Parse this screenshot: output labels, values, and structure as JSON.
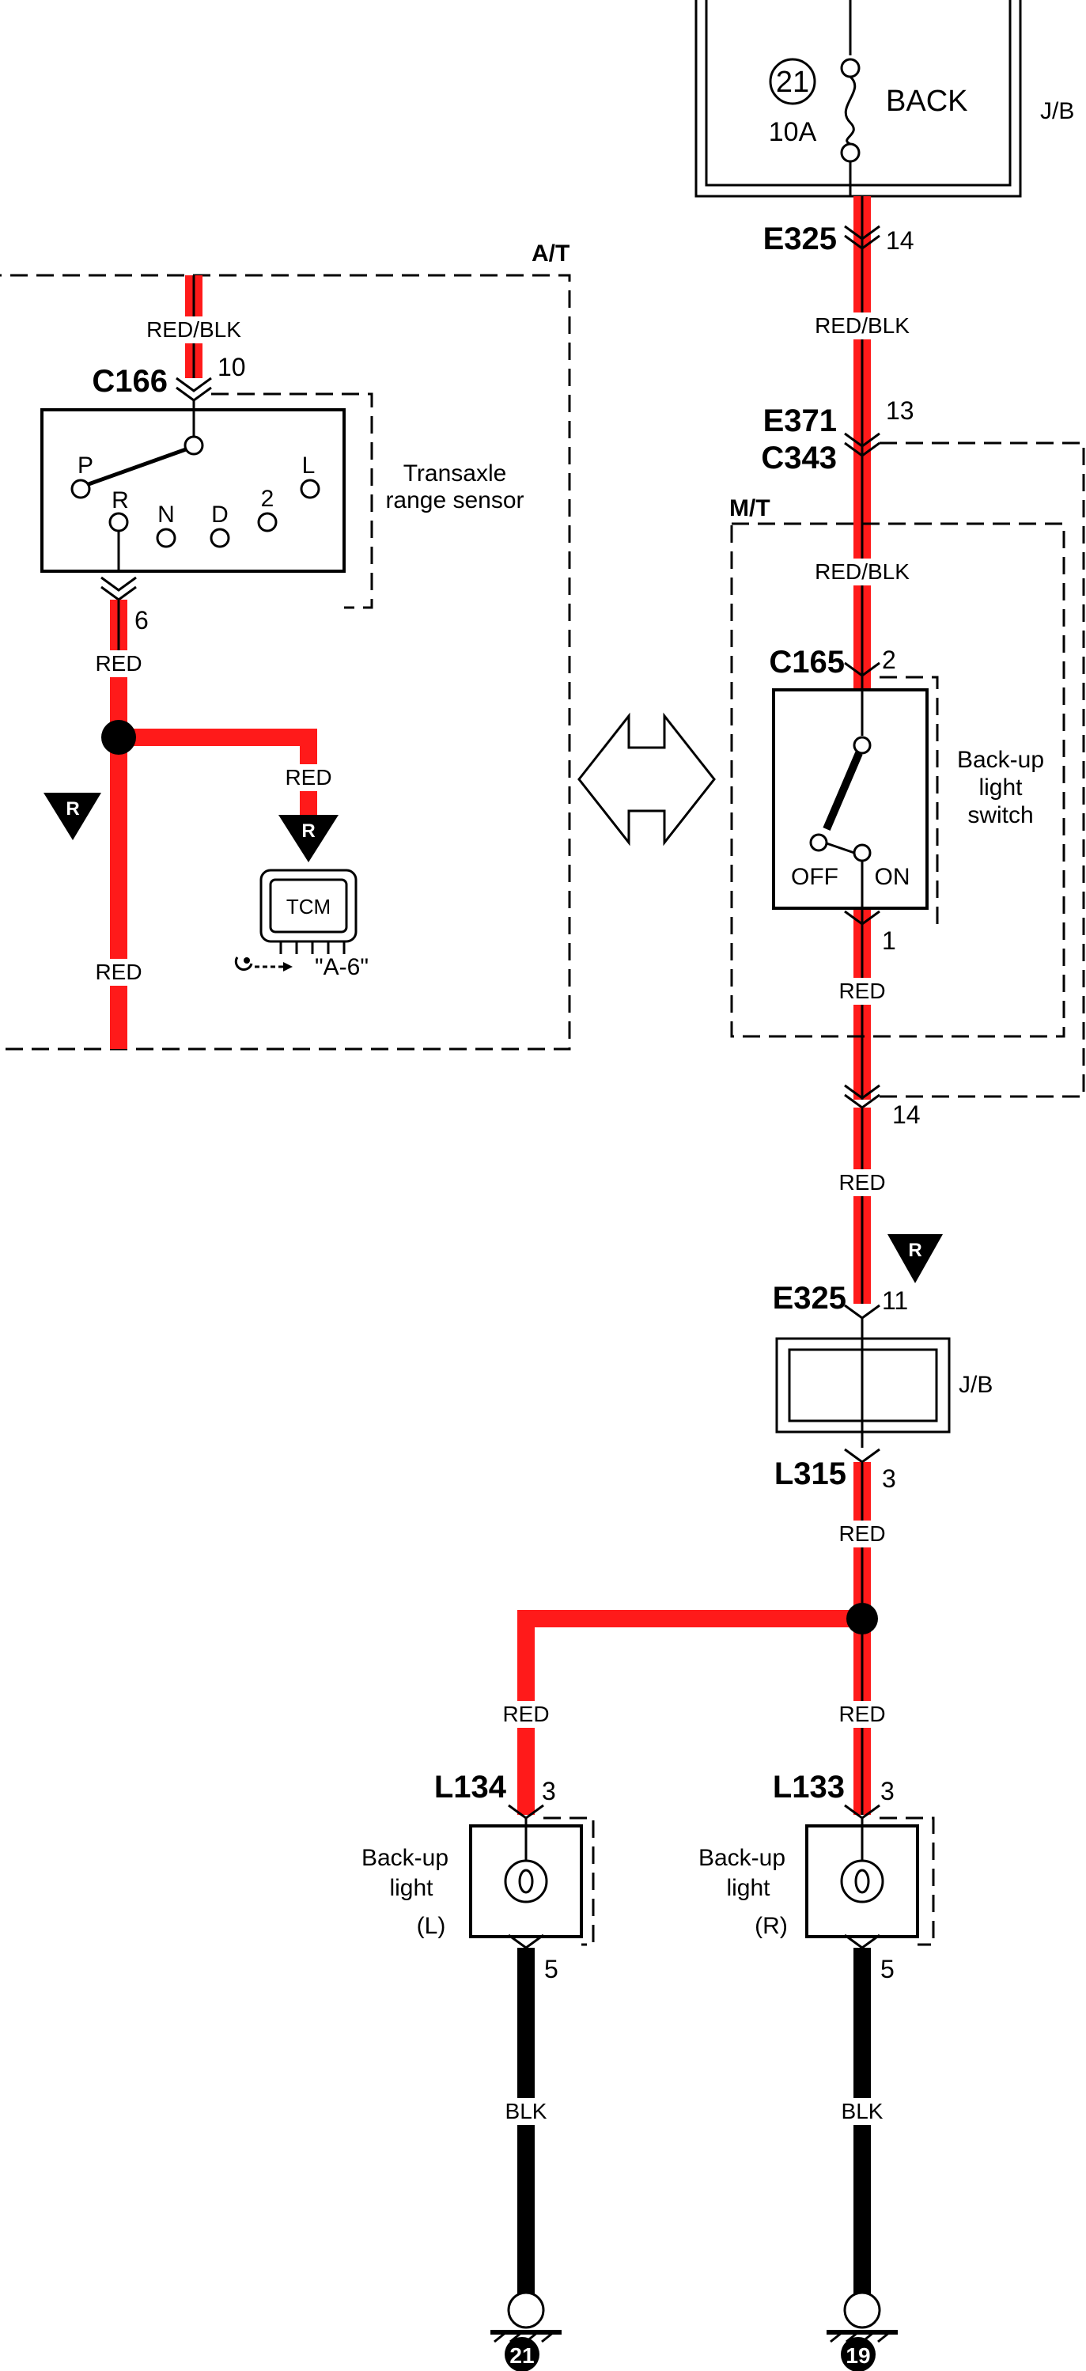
{
  "fuse": {
    "number": "21",
    "rating": "10A",
    "name": "BACK",
    "box": "J/B"
  },
  "at_section": {
    "tag": "A/T",
    "sensor_connector": "C166",
    "sensor_pin_in": "10",
    "sensor_pin_out": "6",
    "sensor_name_line1": "Transaxle",
    "sensor_name_line2": "range sensor",
    "positions": [
      "P",
      "R",
      "N",
      "D",
      "2",
      "L"
    ],
    "wire_in": "RED/BLK",
    "wire_out": "RED",
    "branch_wire": "RED",
    "lower_wire": "RED",
    "tcm_label": "TCM",
    "tcm_ref": "\"A-6\"",
    "r_marker": "R"
  },
  "mt_section": {
    "tag": "M/T",
    "connector_e325_top": "E325",
    "pin_14_top": "14",
    "wire_e325_e371": "RED/BLK",
    "connector_e371": "E371",
    "pin_13": "13",
    "connector_c343": "C343",
    "wire_c343_c165": "RED/BLK",
    "switch_connector": "C165",
    "switch_pin_in": "2",
    "switch_pin_out": "1",
    "switch_name_line1": "Back-up",
    "switch_name_line2": "light",
    "switch_name_line3": "switch",
    "switch_off": "OFF",
    "switch_on": "ON",
    "wire_after_switch": "RED",
    "pin_14_lower": "14",
    "wire_lower": "RED",
    "r_marker": "R"
  },
  "jb_lower": {
    "connector_top": "E325",
    "pin_top": "11",
    "box": "J/B",
    "connector_bottom": "L315",
    "pin_bottom": "3",
    "wire_out": "RED"
  },
  "lights": {
    "left": {
      "wire_in": "RED",
      "connector": "L134",
      "pin_in": "3",
      "pin_out": "5",
      "name_line1": "Back-up",
      "name_line2": "light",
      "side": "(L)",
      "wire_ground": "BLK",
      "ground": "21"
    },
    "right": {
      "wire_in": "RED",
      "connector": "L133",
      "pin_in": "3",
      "pin_out": "5",
      "name_line1": "Back-up",
      "name_line2": "light",
      "side": "(R)",
      "wire_ground": "BLK",
      "ground": "19"
    }
  },
  "colors": {
    "wire_red": "#ff1a1a",
    "wire_black": "#000000"
  }
}
